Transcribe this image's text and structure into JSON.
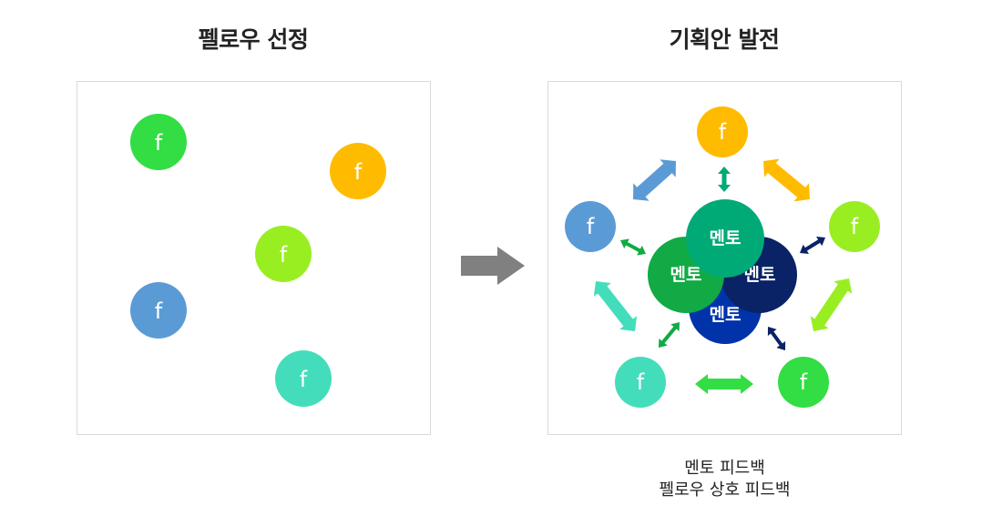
{
  "left": {
    "title": "펠로우 선정"
  },
  "right": {
    "title": "기획안 발전"
  },
  "captions": [
    "멘토 피드백",
    "펠로우 상호 피드백"
  ],
  "fellow_label": "f",
  "mentor_label": "멘토",
  "colors": {
    "green": "#33dd44",
    "yellow": "#ffbb00",
    "lime": "#99ee22",
    "blue": "#5b9bd5",
    "teal": "#44ddbb",
    "mentor_teal": "#00aa77",
    "mentor_green": "#11aa44",
    "mentor_navy": "#0a2266",
    "mentor_blue": "#0033aa",
    "arrow_gray": "#808080"
  }
}
